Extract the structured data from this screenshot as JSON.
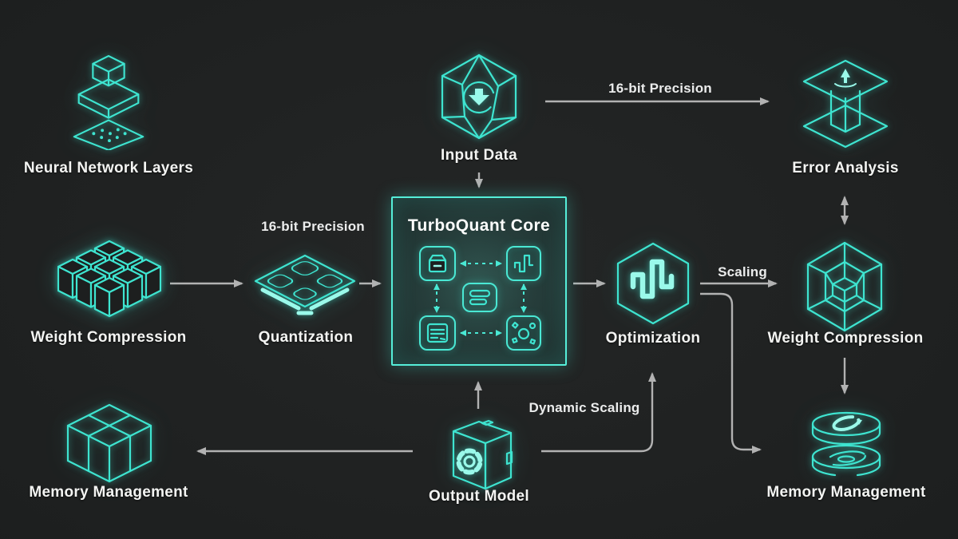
{
  "colors": {
    "background": "#1d1f1f",
    "accent_cyan": "#3ee4d0",
    "accent_cyan_bright": "#9af9ea",
    "core_border": "#55eed9",
    "arrow_gray": "#b2b2b2",
    "text_white": "#f3f4f2"
  },
  "nodes": {
    "neural_network_layers": {
      "label": "Neural Network Layers",
      "icon": "layers-stack-icon"
    },
    "input_data": {
      "label": "Input Data",
      "icon": "hexagon-input-icon"
    },
    "error_analysis": {
      "label": "Error Analysis",
      "icon": "pillar-planes-icon"
    },
    "weight_compression_left": {
      "label": "Weight Compression",
      "icon": "block-grid-icon"
    },
    "quantization": {
      "label": "Quantization",
      "icon": "mesh-plane-icon"
    },
    "turboquant_core": {
      "title": "TurboQuant Core",
      "modules": [
        "archive-box-icon",
        "waveform-icon",
        "list-icon",
        "document-icon",
        "particles-icon"
      ]
    },
    "optimization": {
      "label": "Optimization",
      "icon": "hexagon-waveform-icon"
    },
    "weight_compression_right": {
      "label": "Weight Compression",
      "icon": "geodesic-sphere-icon"
    },
    "memory_management_right": {
      "label": "Memory Management",
      "icon": "disc-stack-icon"
    },
    "output_model": {
      "label": "Output Model",
      "icon": "gear-box-icon"
    },
    "memory_management_left": {
      "label": "Memory Management",
      "icon": "cube-grid-icon"
    }
  },
  "edges": {
    "input_to_error_label": "16-bit Precision",
    "quantization_label": "16-bit Precision",
    "optimization_to_weight_label": "Scaling",
    "output_to_optimization_label": "Dynamic Scaling"
  }
}
